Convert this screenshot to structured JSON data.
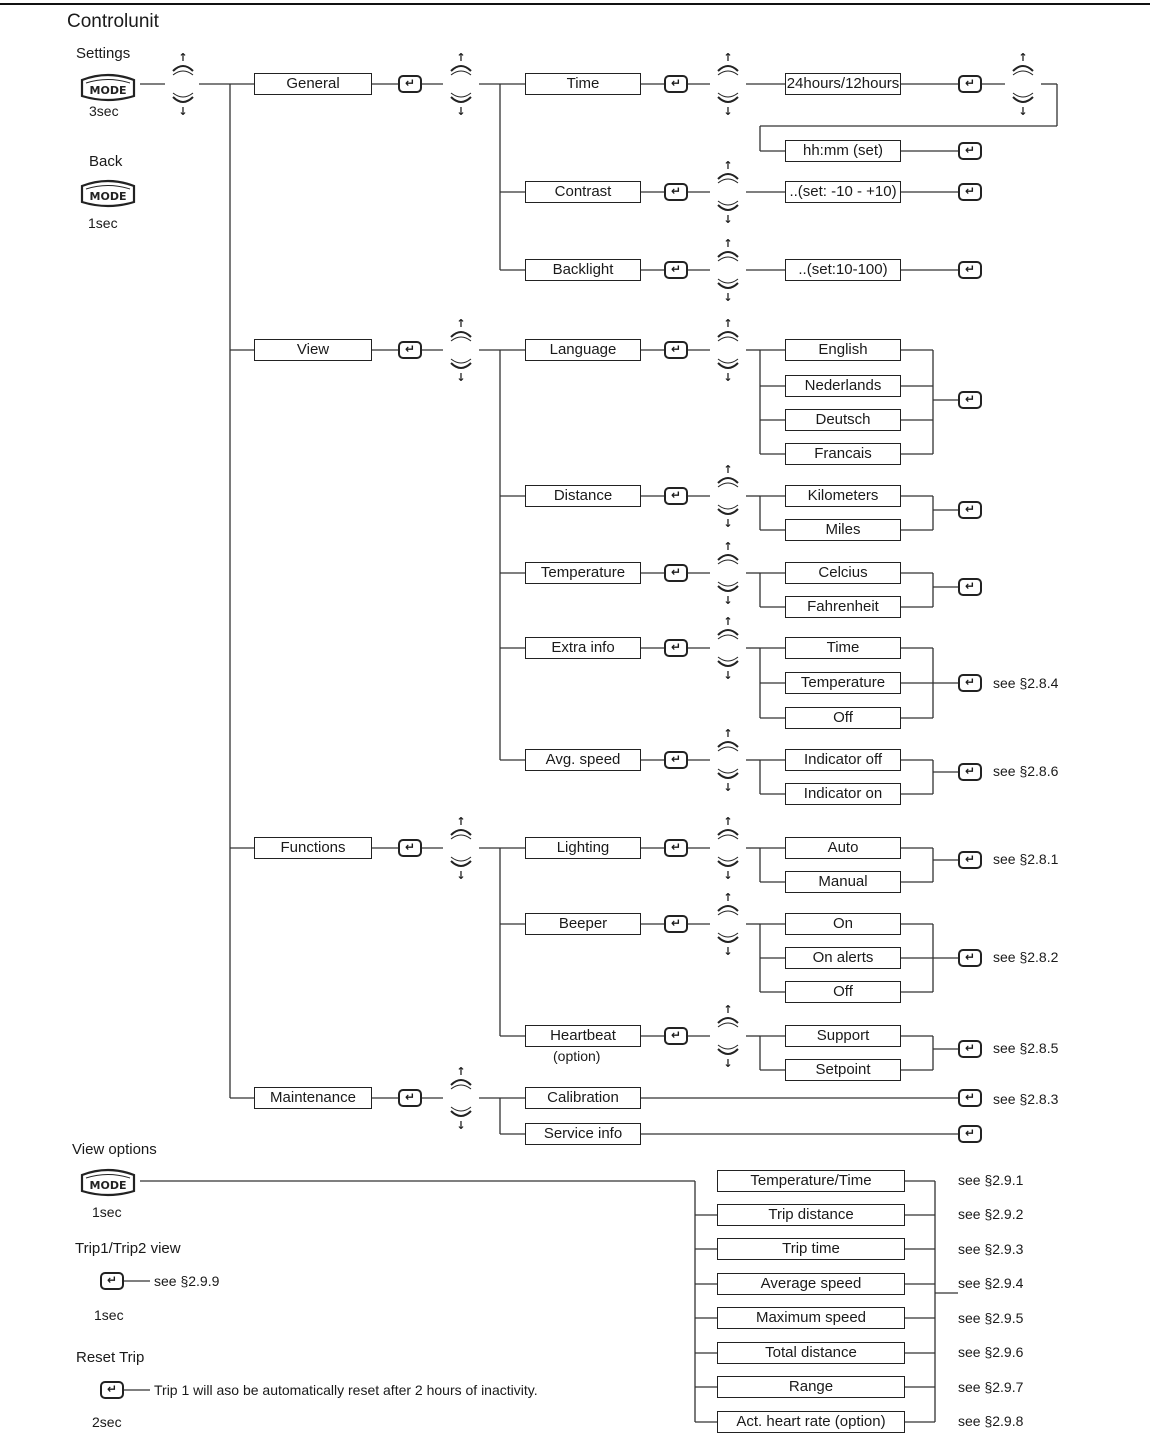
{
  "title": "Controlunit",
  "legend": {
    "settings_label": "Settings",
    "settings_time": "3sec",
    "back_label": "Back",
    "back_time": "1sec",
    "mode_text": "MODE"
  },
  "glyphs": {
    "enter": "↵",
    "scroll_up": "↑",
    "scroll_down": "↓"
  },
  "menu": {
    "general": "General",
    "view": "View",
    "functions": "Functions",
    "maintenance": "Maintenance"
  },
  "submenu": {
    "time": "Time",
    "contrast": "Contrast",
    "backlight": "Backlight",
    "language": "Language",
    "distance": "Distance",
    "temperature": "Temperature",
    "extra_info": "Extra info",
    "avg_speed": "Avg. speed",
    "lighting": "Lighting",
    "beeper": "Beeper",
    "heartbeat": "Heartbeat",
    "heartbeat_note": "(option)",
    "calibration": "Calibration",
    "service_info": "Service info"
  },
  "options": {
    "hours_format": "24hours/12hours",
    "hhmm": "hh:mm (set)",
    "contrast_set": "..(set: -10 - +10)",
    "backlight_set": "..(set:10-100)",
    "english": "English",
    "nederlands": "Nederlands",
    "deutsch": "Deutsch",
    "francais": "Francais",
    "kilometers": "Kilometers",
    "miles": "Miles",
    "celcius": "Celcius",
    "fahrenheit": "Fahrenheit",
    "extra_time": "Time",
    "extra_temperature": "Temperature",
    "extra_off": "Off",
    "indicator_off": "Indicator off",
    "indicator_on": "Indicator on",
    "auto": "Auto",
    "manual": "Manual",
    "beeper_on": "On",
    "on_alerts": "On alerts",
    "beeper_off": "Off",
    "support": "Support",
    "setpoint": "Setpoint"
  },
  "refs": {
    "extra_info": "see §2.8.4",
    "avg_speed": "see §2.8.6",
    "lighting": "see §2.8.1",
    "beeper": "see §2.8.2",
    "heartbeat": "see §2.8.5",
    "calibration": "see §2.8.3"
  },
  "view_options": {
    "label": "View options",
    "time": "1sec",
    "items": [
      {
        "label": "Temperature/Time",
        "ref": "see §2.9.1"
      },
      {
        "label": "Trip distance",
        "ref": "see §2.9.2"
      },
      {
        "label": "Trip time",
        "ref": "see §2.9.3"
      },
      {
        "label": "Average speed",
        "ref": "see §2.9.4"
      },
      {
        "label": "Maximum speed",
        "ref": "see §2.9.5"
      },
      {
        "label": "Total distance",
        "ref": "see §2.9.6"
      },
      {
        "label": "Range",
        "ref": "see §2.9.7"
      },
      {
        "label": "Act. heart rate (option)",
        "ref": "see §2.9.8"
      }
    ]
  },
  "trip_view": {
    "label": "Trip1/Trip2 view",
    "ref": "see §2.9.9",
    "time": "1sec"
  },
  "reset_trip": {
    "label": "Reset Trip",
    "note": "Trip 1 will aso be automatically reset after 2 hours of inactivity.",
    "time": "2sec"
  }
}
